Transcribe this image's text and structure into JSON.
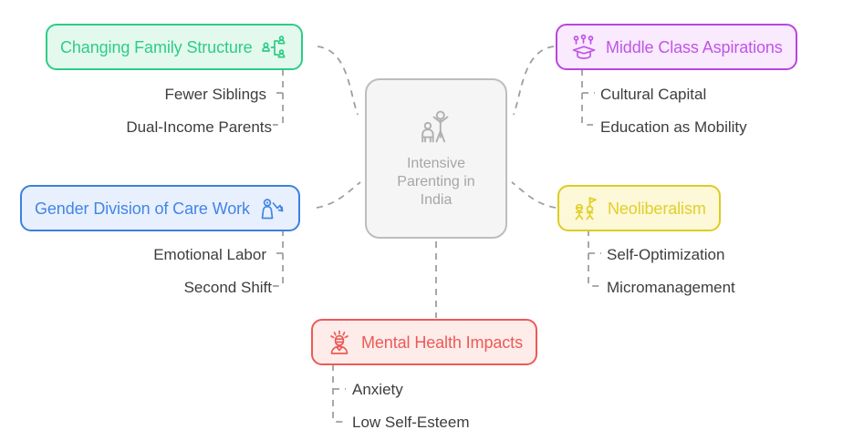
{
  "diagram": {
    "type": "mind-map",
    "title": "Intensive Parenting in India",
    "background": "#ffffff",
    "connector_color": "#9e9e9e",
    "connector_style": "dashed"
  },
  "central": {
    "label_line1": "Intensive",
    "label_line2": "Parenting in",
    "label_line3": "India",
    "icon": "parent-child-icon",
    "fill": "#f5f5f5",
    "border": "#bdbdbd",
    "text_color": "#a6a6a6"
  },
  "branches": [
    {
      "id": "changing-family-structure",
      "label": "Changing Family Structure",
      "icon": "family-hierarchy-icon",
      "color": "#2ecc87",
      "border": "#2ecc87",
      "fill": "#e4f9ee",
      "text_color": "#2ecc87",
      "icon_side": "right",
      "children": [
        {
          "label": "Fewer Siblings"
        },
        {
          "label": "Dual-Income Parents"
        }
      ]
    },
    {
      "id": "middle-class-aspirations",
      "label": "Middle Class Aspirations",
      "icon": "graduation-cap-icon",
      "color": "#bb44e0",
      "border": "#bb44e0",
      "fill": "#f9eafd",
      "text_color": "#c055e8",
      "icon_side": "left",
      "children": [
        {
          "label": "Cultural Capital"
        },
        {
          "label": "Education as Mobility"
        }
      ]
    },
    {
      "id": "gender-division-of-care-work",
      "label": "Gender Division of Care Work",
      "icon": "person-down-arrow-icon",
      "color": "#3d7fe0",
      "border": "#3d7fe0",
      "fill": "#e8f0fd",
      "text_color": "#4285e4",
      "icon_side": "right",
      "children": [
        {
          "label": "Emotional Labor"
        },
        {
          "label": "Second Shift"
        }
      ]
    },
    {
      "id": "neoliberalism",
      "label": "Neoliberalism",
      "icon": "people-flag-icon",
      "color": "#ddcc22",
      "border": "#ddcc22",
      "fill": "#fcf8d8",
      "text_color": "#e2cf2a",
      "icon_side": "left",
      "children": [
        {
          "label": "Self-Optimization"
        },
        {
          "label": "Micromanagement"
        }
      ]
    },
    {
      "id": "mental-health-impacts",
      "label": "Mental Health Impacts",
      "icon": "stressed-person-icon",
      "color": "#ec5a56",
      "border": "#ec5a56",
      "fill": "#fdecea",
      "text_color": "#ec5a56",
      "icon_side": "left",
      "children": [
        {
          "label": "Anxiety"
        },
        {
          "label": "Low Self-Esteem"
        }
      ]
    }
  ]
}
